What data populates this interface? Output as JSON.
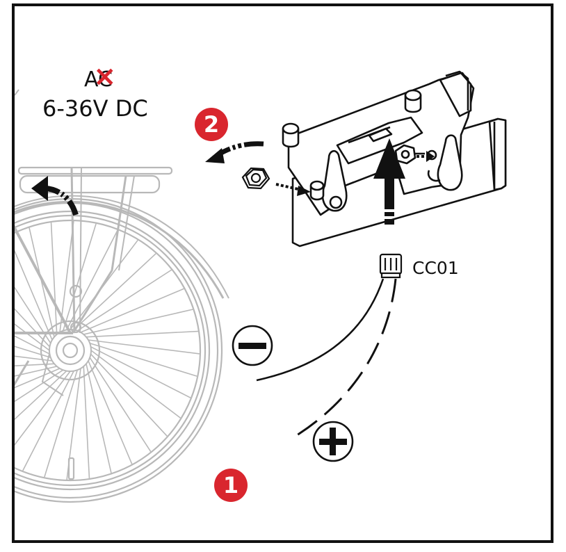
{
  "power_spec": {
    "ac_label": "AC",
    "dc_label": "6-36V DC",
    "ac_not_supported_mark": "×"
  },
  "connector": {
    "label": "CC01"
  },
  "steps": [
    {
      "number": "1"
    },
    {
      "number": "2"
    }
  ],
  "polarity": {
    "negative_icon": "minus-in-circle-icon",
    "positive_icon": "plus-in-circle-icon"
  },
  "colors": {
    "accent_red": "#d9262e",
    "line_dark": "#111111",
    "bike_gray": "#b8b8b8"
  }
}
